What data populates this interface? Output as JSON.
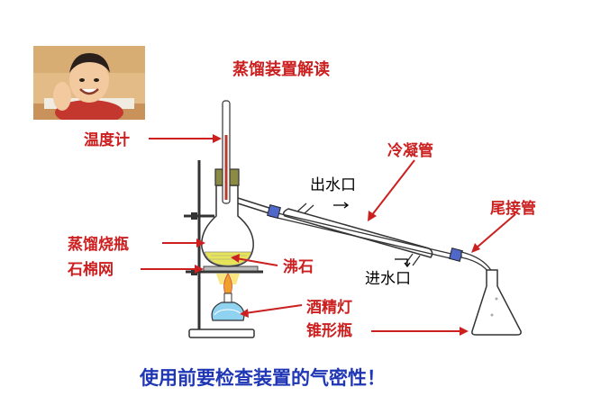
{
  "title": "蒸馏装置解读",
  "footer": "使用前要检查装置的气密性！",
  "labels": {
    "thermometer": "温度计",
    "condenser": "冷凝管",
    "water_out": "出水口",
    "adapter": "尾接管",
    "flask": "蒸馏烧瓶",
    "gauze": "石棉网",
    "boiling_chips": "沸石",
    "water_in": "进水口",
    "lamp": "酒精灯",
    "conical_flask": "锥形瓶"
  },
  "colors": {
    "label_red": "#cc1f1f",
    "footer_blue": "#1f36b5",
    "liquid_yellow": "#e8e45a",
    "flame_yellow": "#f5d21a",
    "lamp_blue": "#8fd3f0"
  }
}
